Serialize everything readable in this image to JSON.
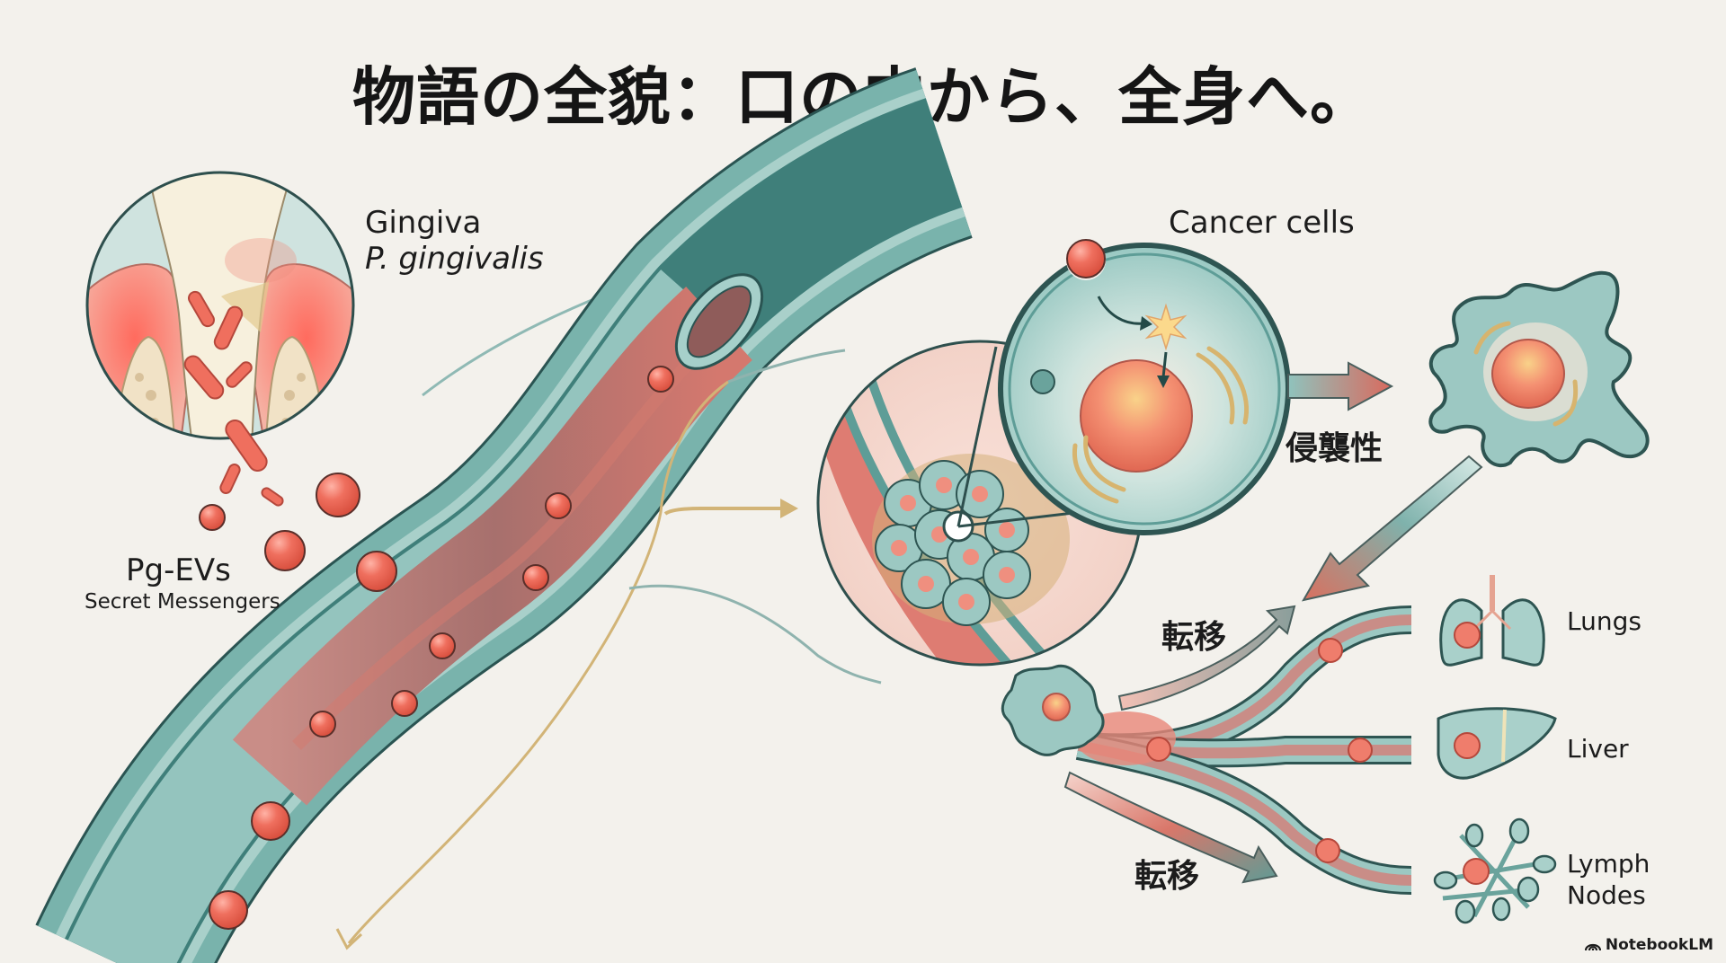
{
  "title": "物語の全貌：口の中から、全身へ。",
  "labels": {
    "gingiva": "Gingiva",
    "bacteria": "P. gingivalis",
    "evs": "Pg-EVs",
    "evs_sub": "Secret Messengers",
    "cancer_cells": "Cancer cells",
    "invasiveness": "侵襲性",
    "metastasis_upper": "転移",
    "metastasis_lower": "転移"
  },
  "organs": [
    {
      "name": "Lungs",
      "icon": "lungs-icon"
    },
    {
      "name": "Liver",
      "icon": "liver-icon"
    },
    {
      "name": "Lymph\nNodes",
      "icon": "lymph-nodes-icon"
    }
  ],
  "organ_lines": [
    "Lungs",
    "Liver",
    "Lymph",
    "Nodes"
  ],
  "brand": "NotebookLM",
  "colors": {
    "background": "#f3f1ec",
    "teal": "#8fc3bd",
    "teal_dark": "#3f7f7a",
    "vessel_red": "#d96a62",
    "ev_red": "#ef6f5e",
    "gold": "#d2b477",
    "outline": "#2a4a48"
  }
}
